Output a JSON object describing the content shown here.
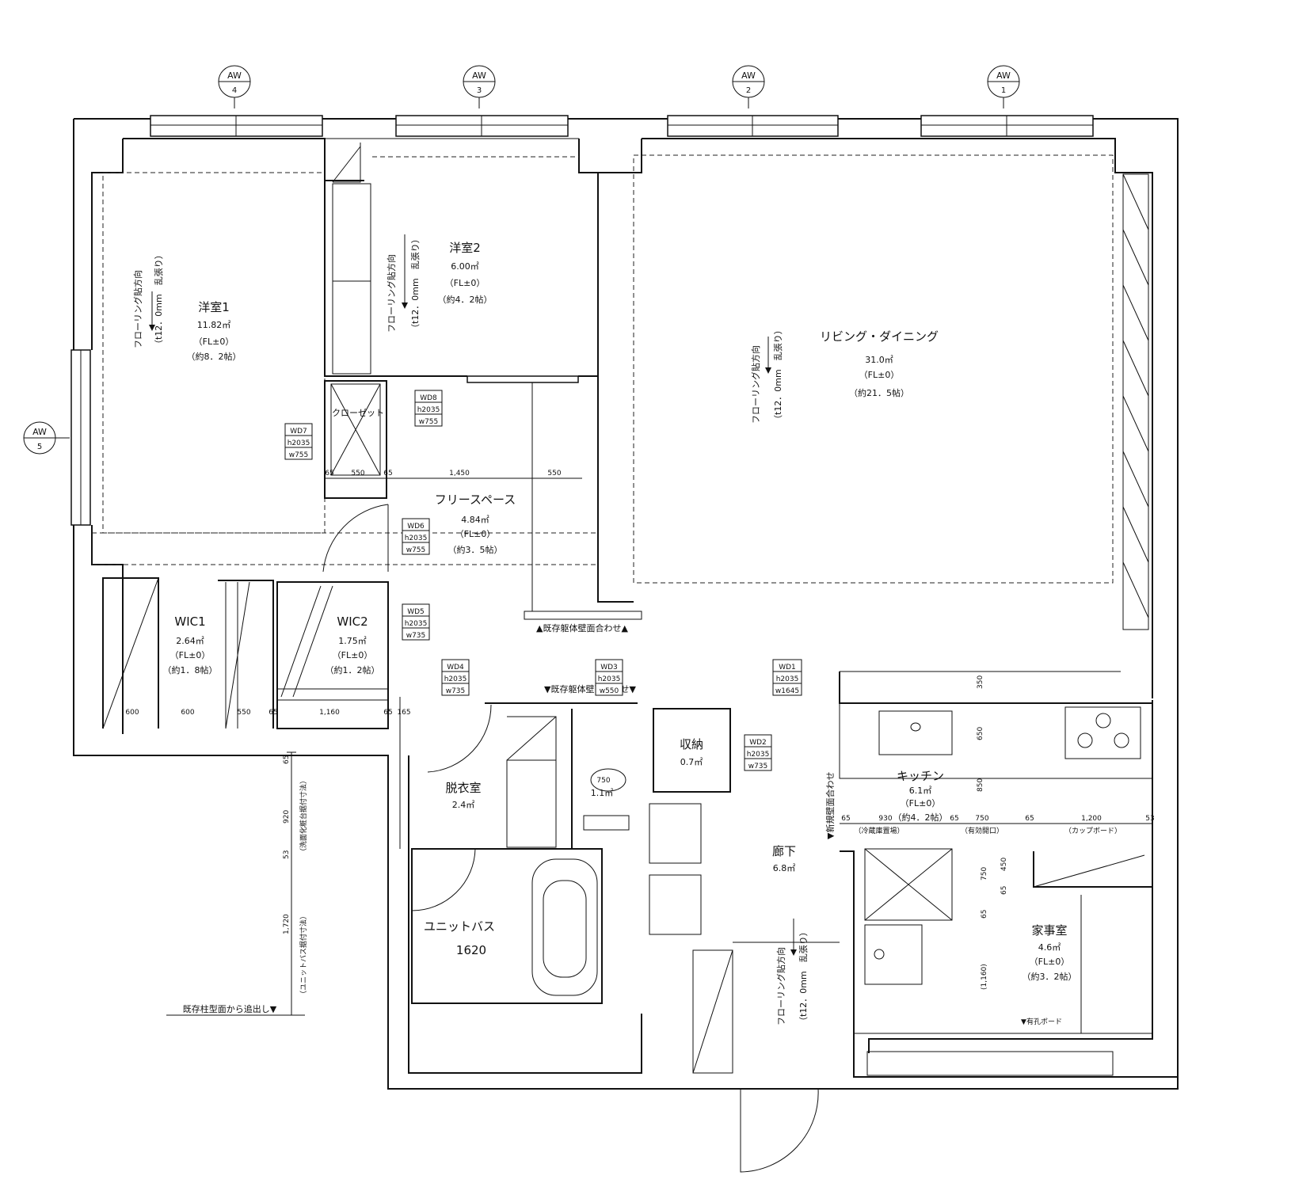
{
  "axes": [
    {
      "top": "AW",
      "num": "4"
    },
    {
      "top": "AW",
      "num": "3"
    },
    {
      "top": "AW",
      "num": "2"
    },
    {
      "top": "AW",
      "num": "1"
    },
    {
      "top": "AW",
      "num": "5"
    }
  ],
  "rooms": {
    "bed1": {
      "name": "洋室1",
      "area": "11.82㎡",
      "fl": "（FL±0）",
      "tatami": "（約8．2帖）"
    },
    "bed2": {
      "name": "洋室2",
      "area": "6.00㎡",
      "fl": "（FL±0）",
      "tatami": "（約4．2帖）"
    },
    "living": {
      "name": "リビング・ダイニング",
      "area": "31.0㎡",
      "fl": "（FL±0）",
      "tatami": "（約21．5帖）"
    },
    "closet": {
      "name": "クローゼット"
    },
    "free": {
      "name": "フリースペース",
      "area": "4.84㎡",
      "fl": "（FL±0）",
      "tatami": "（約3．5帖）"
    },
    "wic1": {
      "name": "WIC1",
      "area": "2.64㎡",
      "fl": "（FL±0）",
      "tatami": "（約1．8帖）"
    },
    "wic2": {
      "name": "WIC2",
      "area": "1.75㎡",
      "fl": "（FL±0）",
      "tatami": "（約1．2帖）"
    },
    "storage": {
      "name": "収納",
      "area": "0.7㎡"
    },
    "dressing": {
      "name": "脱衣室",
      "area": "2.4㎡"
    },
    "toilet": {
      "area": "1.1㎡"
    },
    "bath": {
      "name": "ユニットバス",
      "size": "1620"
    },
    "hall": {
      "name": "廊下",
      "area": "6.8㎡"
    },
    "kitchen": {
      "name": "キッチン",
      "area": "6.1㎡",
      "fl": "（FL±0）",
      "tatami": "（約4．2帖）"
    },
    "utility": {
      "name": "家事室",
      "area": "4.6㎡",
      "fl": "（FL±0）",
      "tatami": "（約3．2帖）"
    }
  },
  "flooring": {
    "dir": "フローリング貼方向",
    "spec": "（t12．0mm　乱張り）"
  },
  "doors": [
    {
      "id": "WD1",
      "h": "h2035",
      "w": "w1645"
    },
    {
      "id": "WD2",
      "h": "h2035",
      "w": "w735"
    },
    {
      "id": "WD3",
      "h": "h2035",
      "w": "w550"
    },
    {
      "id": "WD4",
      "h": "h2035",
      "w": "w735"
    },
    {
      "id": "WD5",
      "h": "h2035",
      "w": "w735"
    },
    {
      "id": "WD6",
      "h": "h2035",
      "w": "w755"
    },
    {
      "id": "WD7",
      "h": "h2035",
      "w": "w755"
    },
    {
      "id": "WD8",
      "h": "h2035",
      "w": "w755"
    }
  ],
  "notes": {
    "existing_face1": "▲既存躯体壁面合わせ▲",
    "existing_face2": "▼既存躯体壁面合わせ▼",
    "new_wall": "▼新規壁面合わせ",
    "pillar": "既存柱型面から追出し▼",
    "pegboard": "▼有孔ボード",
    "fridge": "（冷蔵庫置場）",
    "opening": "（有効開口）",
    "cupboard": "（カップボード）",
    "wash_dim": "（洗面化粧台据付寸法）",
    "bath_dim": "（ユニットバス据付寸法）"
  },
  "dims": {
    "closet_row": [
      "65",
      "550",
      "65",
      "1,450",
      "550"
    ],
    "wic_row": [
      "600",
      "600",
      "550",
      "65",
      "1,160",
      "65",
      "165"
    ],
    "toilet_w": "750",
    "kitchen_row": [
      "65",
      "930",
      "65",
      "750",
      "65",
      "1,200",
      "53"
    ],
    "kitchen_col": [
      "350",
      "650",
      "850"
    ],
    "utility_col": [
      "750",
      "450",
      "65",
      "65",
      "(1,160)"
    ],
    "bath_col": [
      "65",
      "920",
      "53",
      "1,720"
    ]
  }
}
